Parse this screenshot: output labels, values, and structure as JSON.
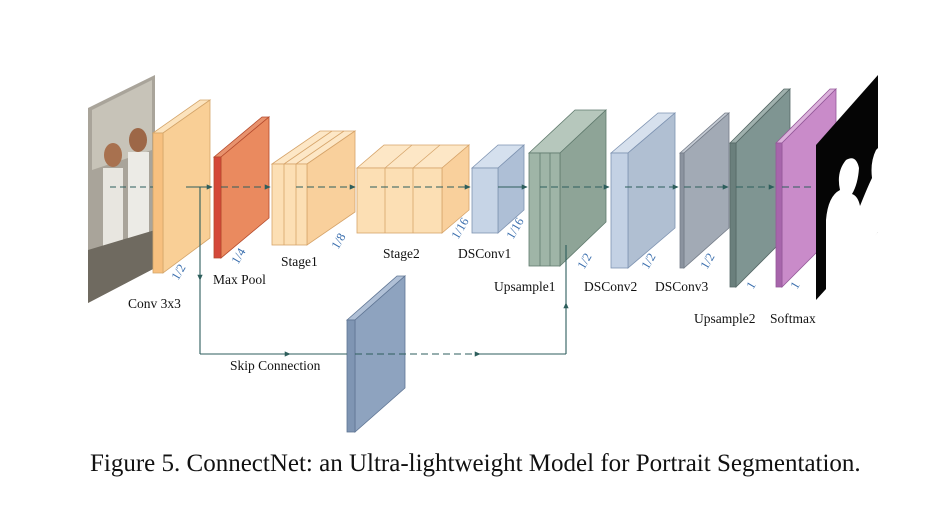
{
  "figure": {
    "caption": "Figure 5. ConnectNet:  an Ultra-lightweight Model for Portrait Segmentation."
  },
  "colors": {
    "conv": "#f7c07f",
    "maxpool": "#e0714a",
    "stage": "#fbd7a5",
    "dsconv": "#b9c9de",
    "upsample1": "#94ad9f",
    "upsample2": "#7e9490",
    "softmax": "#c98bc9",
    "skip": "#8aa1bd",
    "arrow": "#2d5e5c",
    "scale_text": "#3b6fae"
  },
  "layers": [
    {
      "name": "Conv 3x3",
      "scale": "1/2"
    },
    {
      "name": "Max Pool",
      "scale": "1/4"
    },
    {
      "name": "Stage1",
      "scale": "1/8"
    },
    {
      "name": "Stage2",
      "scale": "1/16"
    },
    {
      "name": "DSConv1",
      "scale": "1/16"
    },
    {
      "name": "Upsample1",
      "scale": "1/2"
    },
    {
      "name": "DSConv2",
      "scale": "1/2"
    },
    {
      "name": "DSConv3",
      "scale": "1/2"
    },
    {
      "name": "Upsample2",
      "scale": "1"
    },
    {
      "name": "Softmax",
      "scale": "1"
    }
  ],
  "skip": {
    "label": "Skip Connection"
  },
  "images": {
    "input": "portrait-photo",
    "output": "segmentation-mask"
  }
}
